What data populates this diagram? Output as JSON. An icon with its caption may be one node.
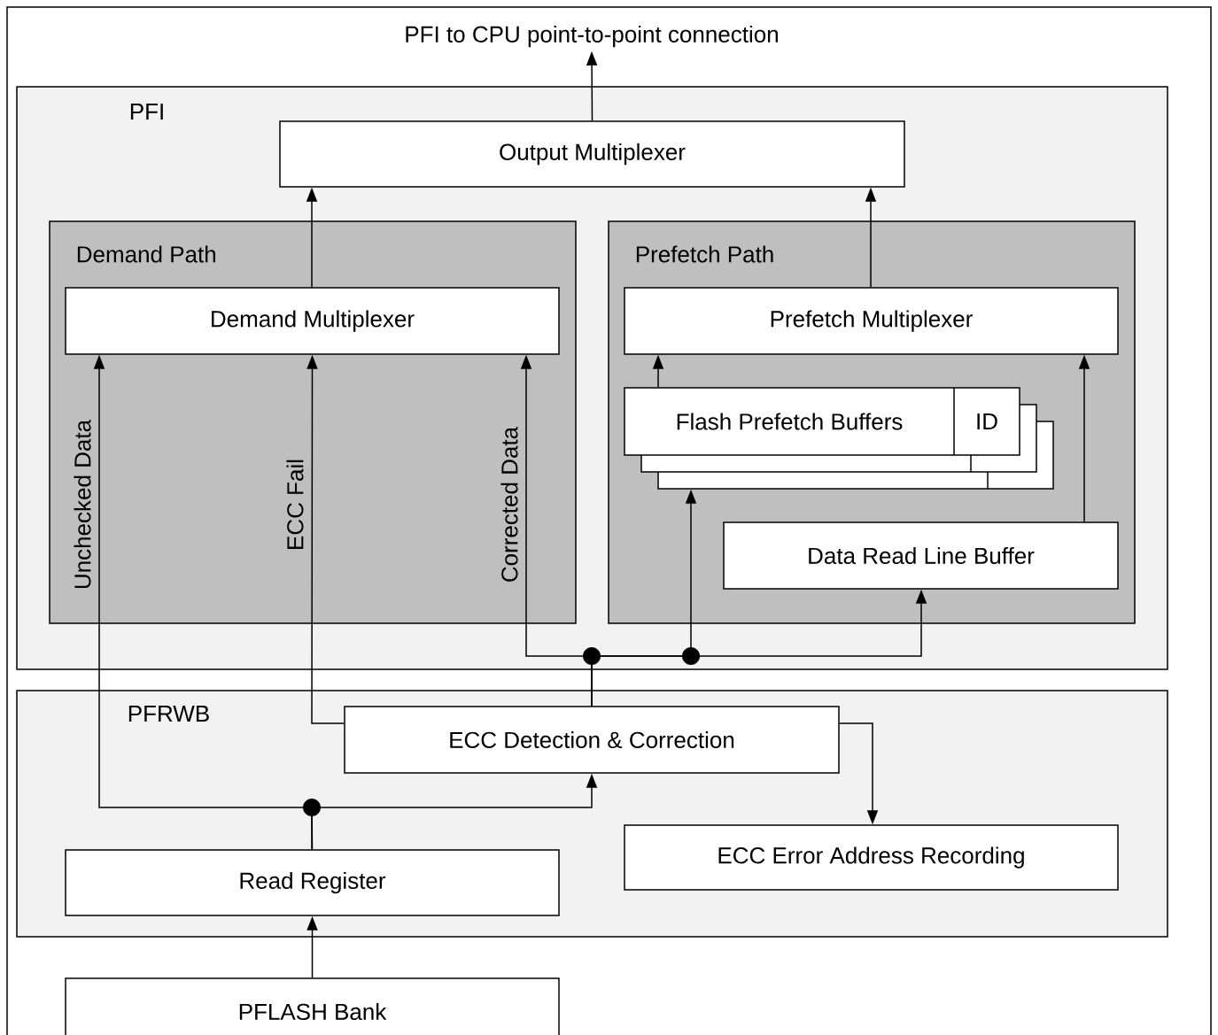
{
  "diagram": {
    "nodes": [
      {
        "text": [
          "PFI to CPU point-to-point connection"
        ]
      },
      {
        "text": [
          "PFI"
        ]
      },
      {
        "text": [
          "Output Multiplexer"
        ],
        "in": 1
      },
      {
        "text": [
          "Demand Path"
        ],
        "in": 1
      },
      {
        "text": [
          "Demand Multiplexer"
        ],
        "in": 3
      },
      {
        "text": [
          "Prefetch Path"
        ],
        "in": 1
      },
      {
        "text": [
          "Prefetch Multiplexer"
        ],
        "in": 5
      },
      {
        "text": [
          "Flash Prefetch Buffers",
          "ID"
        ],
        "in": 5
      },
      {
        "text": [
          "Data Read Line Buffer"
        ],
        "in": 5
      },
      {
        "text": [
          "PFRWB"
        ]
      },
      {
        "text": [
          "ECC Detection & Correction"
        ],
        "in": 9
      },
      {
        "text": [
          "Read Register"
        ],
        "in": 9
      },
      {
        "text": [
          "ECC Error Address Recording"
        ],
        "in": 9
      },
      {
        "text": [
          "PFLASH Bank"
        ]
      }
    ],
    "edges": [
      {
        "from": 2,
        "to": 0,
        "arrow": "to"
      },
      {
        "from": 4,
        "to": 2,
        "arrow": "to"
      },
      {
        "from": 6,
        "to": 2,
        "arrow": "to"
      },
      {
        "from": 7,
        "to": 6,
        "arrow": "to"
      },
      {
        "from": 8,
        "to": 6,
        "arrow": "to"
      },
      {
        "from": 11,
        "to": 4,
        "label": "Unchecked Data",
        "arrow": "to"
      },
      {
        "from": 10,
        "to": 4,
        "label": "ECC Fail",
        "arrow": "to"
      },
      {
        "from": 10,
        "to": 4,
        "label": "Corrected Data",
        "arrow": "to"
      },
      {
        "from": 10,
        "to": 7,
        "arrow": "to"
      },
      {
        "from": 10,
        "to": 8,
        "arrow": "to"
      },
      {
        "from": 11,
        "to": 10,
        "arrow": "to"
      },
      {
        "from": 10,
        "to": 12,
        "arrow": "to"
      },
      {
        "from": 13,
        "to": 11,
        "arrow": "to"
      }
    ]
  }
}
